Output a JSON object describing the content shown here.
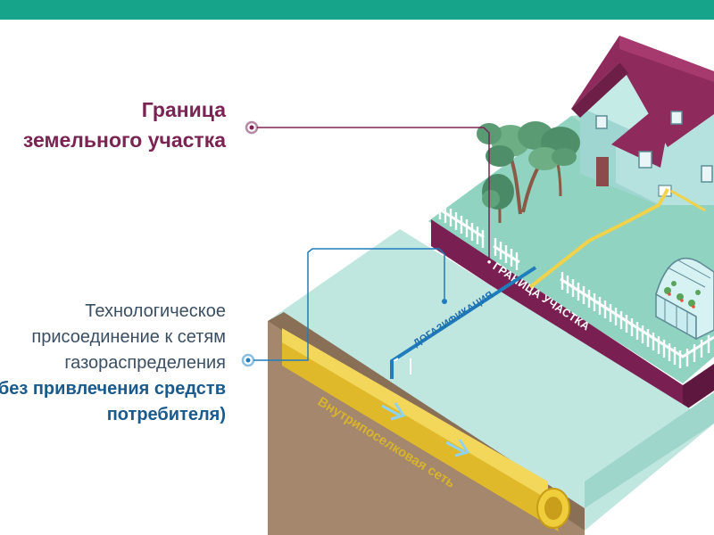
{
  "colors": {
    "top_bar": "#16a58a",
    "boundary_text": "#7b2352",
    "technical_text": "#3b4f63",
    "technical_bold": "#1b5a8c",
    "roof": "#8e2a5c",
    "ground": "#8fd3c0",
    "gas_pipe": "#f1d24a"
  },
  "labels": {
    "boundary_line1": "Граница",
    "boundary_line2": "земельного участка",
    "tech_line1": "Технологическое",
    "tech_line2": "присоединение к сетям",
    "tech_line3": "газораспределения",
    "tech_line4": "(без привлечения средств",
    "tech_line5": "потребителя)"
  },
  "diagram": {
    "boundary_strip": "• ГРАНИЦА УЧАСТКА",
    "service_pipe": "ДОГАЗИФИКАЦИЯ",
    "main_pipe": "Внутрипоселковая сеть"
  }
}
